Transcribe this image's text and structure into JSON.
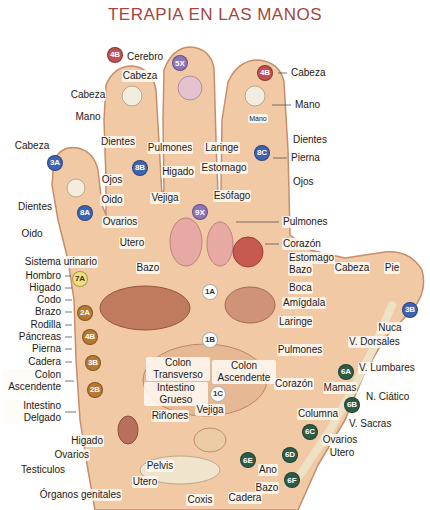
{
  "diagram": {
    "title": "TERAPIA EN LAS MANOS",
    "nodes": [
      {
        "text": [
          "4B"
        ]
      },
      {
        "text": [
          "5X"
        ]
      },
      {
        "text": [
          "4B"
        ]
      },
      {
        "text": [
          "8C"
        ]
      },
      {
        "text": [
          "3A"
        ]
      },
      {
        "text": [
          "8B"
        ]
      },
      {
        "text": [
          "9X"
        ]
      },
      {
        "text": [
          "8A"
        ]
      },
      {
        "text": [
          "7A"
        ]
      },
      {
        "text": [
          "1A"
        ]
      },
      {
        "text": [
          "3B"
        ]
      },
      {
        "text": [
          "2A"
        ]
      },
      {
        "text": [
          "4B"
        ]
      },
      {
        "text": [
          "1B"
        ]
      },
      {
        "text": [
          "3B"
        ]
      },
      {
        "text": [
          "6A"
        ]
      },
      {
        "text": [
          "2B"
        ]
      },
      {
        "text": [
          "1C"
        ]
      },
      {
        "text": [
          "6B"
        ]
      },
      {
        "text": [
          "6C"
        ]
      },
      {
        "text": [
          "6D"
        ]
      },
      {
        "text": [
          "6E"
        ]
      },
      {
        "text": [
          "6F"
        ]
      }
    ],
    "labels": [
      "Cerebro",
      "Cabeza",
      "Cabeza",
      "Cabeza",
      "Mano",
      "Mano",
      "Mano",
      "Dientes",
      "Pulmones",
      "Laringe",
      "Dientes",
      "Cabeza",
      "Pierna",
      "Estomago",
      "Higado",
      "Ojos",
      "Ojos",
      "Vejiga",
      "Oido",
      "Esófago",
      "Dientes",
      "Ovarios",
      "Pulmones",
      "Oido",
      "Utero",
      "Corazón",
      "Estomago",
      "Sistema urinario",
      "Bazo",
      "Cabeza",
      "Pie",
      "Bazo",
      "Hombro",
      "Higado",
      "Boca",
      "Codo",
      "Amígdala",
      "Brazo",
      "Laringe",
      "Rodilla",
      "Nuca",
      "Páncreas",
      "V. Dorsales",
      "Pierna",
      "Pulmones",
      "Cadera",
      "Colon Transverso",
      "V. Lumbares",
      "Colon Ascendente",
      "Colon Ascendente",
      "Corazón",
      "Mamas",
      "Intestino Grueso",
      "N. Ciático",
      "Vejiga",
      "Intestino Delgado",
      "Riñones",
      "Columna",
      "V. Sacras",
      "Ovarios",
      "Higado",
      "Utero",
      "Ovarios",
      "Pelvis",
      "Testiculos",
      "Ano",
      "Utero",
      "Bazo",
      "Órganos genitales",
      "Cadera",
      "Coxis"
    ]
  }
}
